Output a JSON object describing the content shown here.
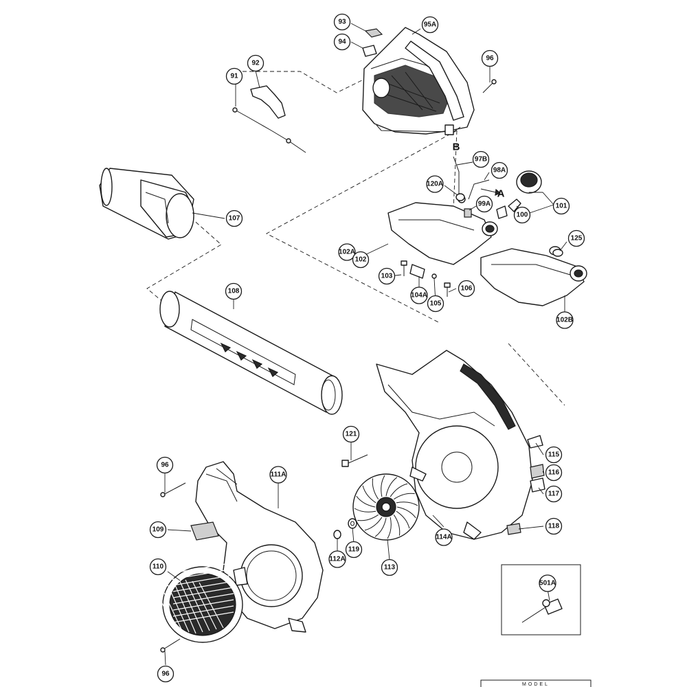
{
  "callouts": [
    {
      "id": "93",
      "label": "93"
    },
    {
      "id": "94",
      "label": "94"
    },
    {
      "id": "95A",
      "label": "95A"
    },
    {
      "id": "96-top",
      "label": "96"
    },
    {
      "id": "91",
      "label": "91"
    },
    {
      "id": "92",
      "label": "92"
    },
    {
      "id": "97B",
      "label": "97B"
    },
    {
      "id": "98A",
      "label": "98A"
    },
    {
      "id": "120A",
      "label": "120A"
    },
    {
      "id": "99A",
      "label": "99A"
    },
    {
      "id": "101",
      "label": "101"
    },
    {
      "id": "100",
      "label": "100"
    },
    {
      "id": "107",
      "label": "107"
    },
    {
      "id": "125",
      "label": "125"
    },
    {
      "id": "102A",
      "label": "102A"
    },
    {
      "id": "102",
      "label": "102"
    },
    {
      "id": "103",
      "label": "103"
    },
    {
      "id": "106",
      "label": "106"
    },
    {
      "id": "104A",
      "label": "104A"
    },
    {
      "id": "105",
      "label": "105"
    },
    {
      "id": "102B",
      "label": "102B"
    },
    {
      "id": "108",
      "label": "108"
    },
    {
      "id": "121",
      "label": "121"
    },
    {
      "id": "115",
      "label": "115"
    },
    {
      "id": "116",
      "label": "116"
    },
    {
      "id": "117",
      "label": "117"
    },
    {
      "id": "118",
      "label": "118"
    },
    {
      "id": "96-left",
      "label": "96"
    },
    {
      "id": "111A",
      "label": "111A"
    },
    {
      "id": "109",
      "label": "109"
    },
    {
      "id": "119",
      "label": "119"
    },
    {
      "id": "112A",
      "label": "112A"
    },
    {
      "id": "113",
      "label": "113"
    },
    {
      "id": "114A",
      "label": "114A"
    },
    {
      "id": "110",
      "label": "110"
    },
    {
      "id": "501A",
      "label": "501A"
    },
    {
      "id": "96-bottom",
      "label": "96"
    }
  ],
  "reference_letters": {
    "a": "A",
    "b": "B"
  },
  "footer": {
    "model_label": "MODEL"
  }
}
